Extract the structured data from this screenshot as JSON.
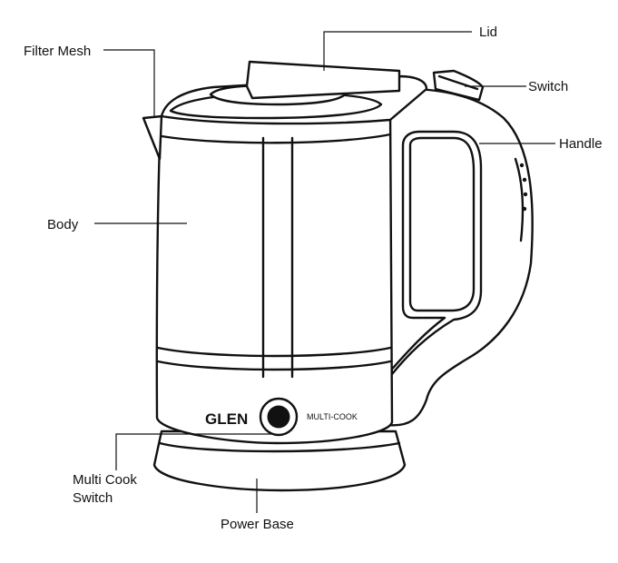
{
  "diagram": {
    "labels": {
      "filter_mesh": "Filter Mesh",
      "lid": "Lid",
      "switch": "Switch",
      "handle": "Handle",
      "body": "Body",
      "multi_cook_switch_line1": "Multi Cook",
      "multi_cook_switch_line2": "Switch",
      "power_base": "Power Base"
    },
    "product": {
      "brand": "GLEN",
      "model": "MULTI-COOK"
    },
    "colors": {
      "line": "#111111",
      "background": "#ffffff",
      "knob": "#111111"
    }
  }
}
